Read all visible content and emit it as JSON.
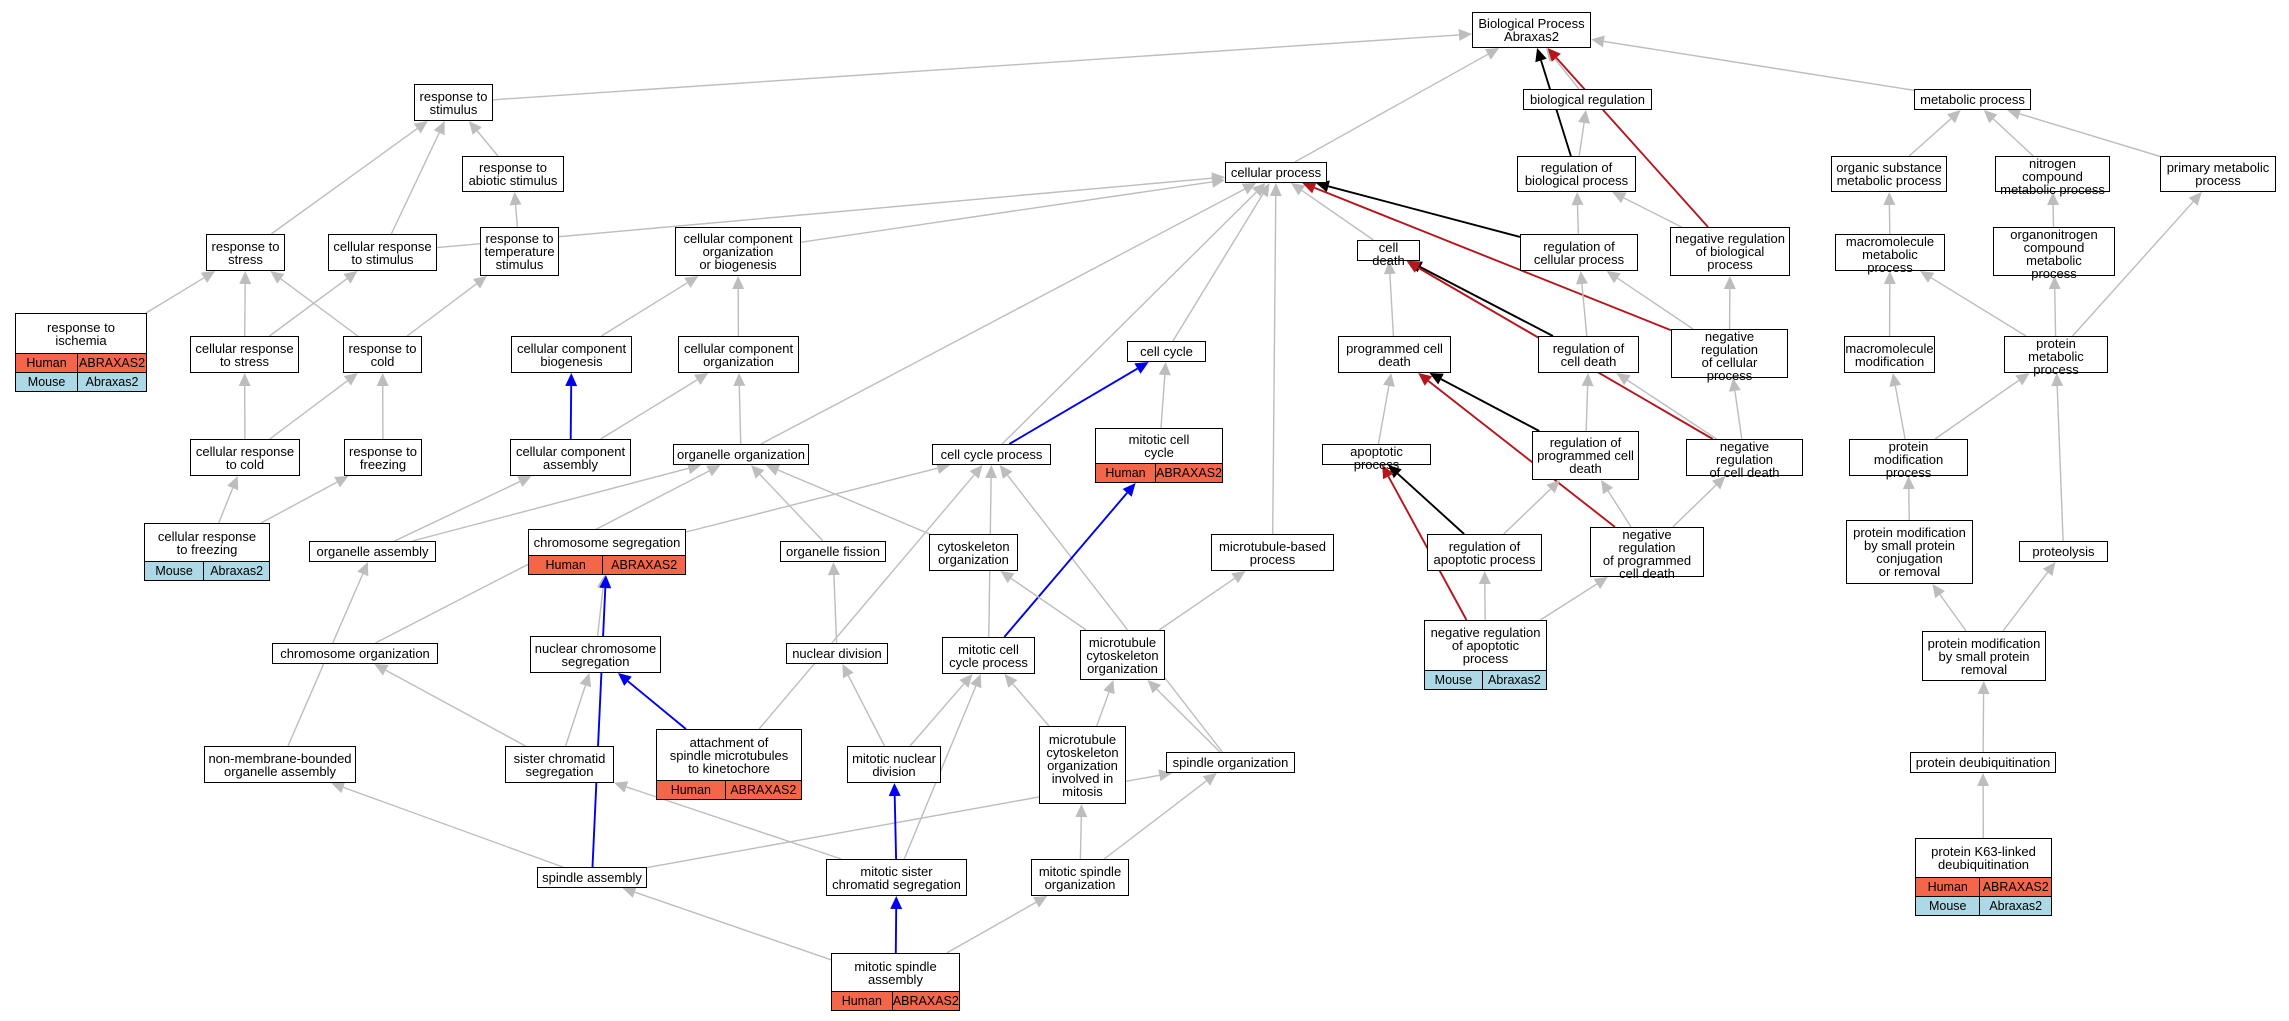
{
  "colors": {
    "default_edge": "#bdbdbd",
    "black_edge": "#000000",
    "red_edge": "#b5151b",
    "blue_edge": "#0000ee",
    "human_row": "#f4664a",
    "mouse_row": "#add8e6"
  },
  "nodes": [
    {
      "id": "bp",
      "label": "Biological Process\nAbraxas2"
    },
    {
      "id": "stim",
      "label": "response to\nstimulus"
    },
    {
      "id": "abio",
      "label": "response to\nabiotic stimulus"
    },
    {
      "id": "cp",
      "label": "cellular process"
    },
    {
      "id": "breg",
      "label": "biological regulation"
    },
    {
      "id": "meta",
      "label": "metabolic process"
    },
    {
      "id": "rbp",
      "label": "regulation of\nbiological process"
    },
    {
      "id": "osm",
      "label": "organic substance\nmetabolic process"
    },
    {
      "id": "ncm",
      "label": "nitrogen compound\nmetabolic process"
    },
    {
      "id": "prim",
      "label": "primary metabolic\nprocess"
    },
    {
      "id": "stress",
      "label": "response to\nstress"
    },
    {
      "id": "crstim",
      "label": "cellular response\nto stimulus"
    },
    {
      "id": "rtemp",
      "label": "response to\ntemperature\nstimulus"
    },
    {
      "id": "ccob",
      "label": "cellular component\norganization\nor biogenesis"
    },
    {
      "id": "cdeath",
      "label": "cell death"
    },
    {
      "id": "rcp",
      "label": "regulation of\ncellular process"
    },
    {
      "id": "nrbp",
      "label": "negative regulation\nof biological\nprocess"
    },
    {
      "id": "macm",
      "label": "macromolecule\nmetabolic process"
    },
    {
      "id": "oncm",
      "label": "organonitrogen\ncompound metabolic\nprocess"
    },
    {
      "id": "isch",
      "label": "response to\nischemia",
      "rows": [
        {
          "species": "Human",
          "gene": "ABRAXAS2"
        },
        {
          "species": "Mouse",
          "gene": "Abraxas2"
        }
      ]
    },
    {
      "id": "crstress",
      "label": "cellular response\nto stress"
    },
    {
      "id": "cold",
      "label": "response to\ncold"
    },
    {
      "id": "ccbio",
      "label": "cellular component\nbiogenesis"
    },
    {
      "id": "ccorg",
      "label": "cellular component\norganization"
    },
    {
      "id": "ccycle",
      "label": "cell cycle"
    },
    {
      "id": "pcd",
      "label": "programmed cell\ndeath"
    },
    {
      "id": "rcd",
      "label": "regulation of\ncell death"
    },
    {
      "id": "nrcp",
      "label": "negative regulation\nof cellular\nprocess"
    },
    {
      "id": "macmod",
      "label": "macromolecule\nmodification"
    },
    {
      "id": "protm",
      "label": "protein metabolic\nprocess"
    },
    {
      "id": "crcold",
      "label": "cellular response\nto cold"
    },
    {
      "id": "freez",
      "label": "response to\nfreezing"
    },
    {
      "id": "ccasm",
      "label": "cellular component\nassembly"
    },
    {
      "id": "orgorg",
      "label": "organelle organization"
    },
    {
      "id": "ccp",
      "label": "cell cycle process"
    },
    {
      "id": "mcc",
      "label": "mitotic cell\ncycle",
      "rows": [
        {
          "species": "Human",
          "gene": "ABRAXAS2"
        }
      ]
    },
    {
      "id": "apop",
      "label": "apoptotic process"
    },
    {
      "id": "rpcd",
      "label": "regulation of\nprogrammed cell\ndeath"
    },
    {
      "id": "nrcd",
      "label": "negative regulation\nof cell death"
    },
    {
      "id": "pmp",
      "label": "protein modification\nprocess"
    },
    {
      "id": "crfreez",
      "label": "cellular response\nto freezing",
      "rows": [
        {
          "species": "Mouse",
          "gene": "Abraxas2"
        }
      ]
    },
    {
      "id": "orgasm",
      "label": "organelle assembly"
    },
    {
      "id": "chseg",
      "label": "chromosome segregation",
      "rows": [
        {
          "species": "Human",
          "gene": "ABRAXAS2"
        }
      ]
    },
    {
      "id": "orgfis",
      "label": "organelle fission"
    },
    {
      "id": "cytorg",
      "label": "cytoskeleton\norganization"
    },
    {
      "id": "mtbp",
      "label": "microtubule-based\nprocess"
    },
    {
      "id": "rap",
      "label": "regulation of\napoptotic process"
    },
    {
      "id": "nrpcd",
      "label": "negative regulation\nof programmed\ncell death"
    },
    {
      "id": "pmspc",
      "label": "protein modification\nby small protein\nconjugation\nor removal"
    },
    {
      "id": "prot",
      "label": "proteolysis"
    },
    {
      "id": "chorg",
      "label": "chromosome organization"
    },
    {
      "id": "nchseg",
      "label": "nuclear chromosome\nsegregation"
    },
    {
      "id": "nucdiv",
      "label": "nuclear division"
    },
    {
      "id": "mccp",
      "label": "mitotic cell\ncycle process"
    },
    {
      "id": "mtco",
      "label": "microtubule\ncytoskeleton\norganization"
    },
    {
      "id": "nrap",
      "label": "negative regulation\nof apoptotic\nprocess",
      "rows": [
        {
          "species": "Mouse",
          "gene": "Abraxas2"
        }
      ]
    },
    {
      "id": "pmspr",
      "label": "protein modification\nby small protein\nremoval"
    },
    {
      "id": "nmboa",
      "label": "non-membrane-bounded\norganelle assembly"
    },
    {
      "id": "scseg",
      "label": "sister chromatid\nsegregation"
    },
    {
      "id": "asmk",
      "label": "attachment of\nspindle microtubules\nto kinetochore",
      "rows": [
        {
          "species": "Human",
          "gene": "ABRAXAS2"
        }
      ]
    },
    {
      "id": "mnd",
      "label": "mitotic nuclear\ndivision"
    },
    {
      "id": "mtcom",
      "label": "microtubule\ncytoskeleton\norganization\ninvolved in\nmitosis"
    },
    {
      "id": "sporg",
      "label": "spindle organization"
    },
    {
      "id": "pdub",
      "label": "protein deubiquitination"
    },
    {
      "id": "spasm",
      "label": "spindle assembly"
    },
    {
      "id": "mscs",
      "label": "mitotic sister\nchromatid segregation"
    },
    {
      "id": "msporg",
      "label": "mitotic spindle\norganization"
    },
    {
      "id": "k63",
      "label": "protein K63-linked\ndeubiquitination",
      "rows": [
        {
          "species": "Human",
          "gene": "ABRAXAS2"
        },
        {
          "species": "Mouse",
          "gene": "Abraxas2"
        }
      ]
    },
    {
      "id": "msasm",
      "label": "mitotic spindle\nassembly",
      "rows": [
        {
          "species": "Human",
          "gene": "ABRAXAS2"
        }
      ]
    }
  ],
  "edges": [
    {
      "from": "stim",
      "to": "bp"
    },
    {
      "from": "cp",
      "to": "bp"
    },
    {
      "from": "breg",
      "to": "bp"
    },
    {
      "from": "meta",
      "to": "bp"
    },
    {
      "from": "rbp",
      "to": "bp",
      "kind": "black"
    },
    {
      "from": "nrbp",
      "to": "bp",
      "kind": "red"
    },
    {
      "from": "rbp",
      "to": "breg"
    },
    {
      "from": "abio",
      "to": "stim"
    },
    {
      "from": "stress",
      "to": "stim"
    },
    {
      "from": "crstim",
      "to": "stim"
    },
    {
      "from": "rtemp",
      "to": "abio"
    },
    {
      "from": "crstim",
      "to": "cp"
    },
    {
      "from": "ccob",
      "to": "cp"
    },
    {
      "from": "ccycle",
      "to": "cp"
    },
    {
      "from": "ccp",
      "to": "cp"
    },
    {
      "from": "cdeath",
      "to": "cp"
    },
    {
      "from": "mtbp",
      "to": "cp"
    },
    {
      "from": "orgorg",
      "to": "cp"
    },
    {
      "from": "rcp",
      "to": "cp",
      "kind": "black"
    },
    {
      "from": "nrcp",
      "to": "cp",
      "kind": "red"
    },
    {
      "from": "rcp",
      "to": "rbp"
    },
    {
      "from": "nrbp",
      "to": "rbp"
    },
    {
      "from": "osm",
      "to": "meta"
    },
    {
      "from": "ncm",
      "to": "meta"
    },
    {
      "from": "prim",
      "to": "meta"
    },
    {
      "from": "macm",
      "to": "osm"
    },
    {
      "from": "oncm",
      "to": "ncm"
    },
    {
      "from": "protm",
      "to": "prim"
    },
    {
      "from": "isch",
      "to": "stress"
    },
    {
      "from": "crstress",
      "to": "stress"
    },
    {
      "from": "cold",
      "to": "stress"
    },
    {
      "from": "crstress",
      "to": "crstim"
    },
    {
      "from": "cold",
      "to": "rtemp"
    },
    {
      "from": "ccbio",
      "to": "ccob"
    },
    {
      "from": "ccorg",
      "to": "ccob"
    },
    {
      "from": "pcd",
      "to": "cdeath"
    },
    {
      "from": "rcd",
      "to": "cdeath",
      "kind": "black"
    },
    {
      "from": "nrcd",
      "to": "cdeath",
      "kind": "red"
    },
    {
      "from": "rcd",
      "to": "rcp"
    },
    {
      "from": "nrcp",
      "to": "rcp"
    },
    {
      "from": "nrcp",
      "to": "nrbp"
    },
    {
      "from": "macmod",
      "to": "macm"
    },
    {
      "from": "protm",
      "to": "macm"
    },
    {
      "from": "protm",
      "to": "oncm"
    },
    {
      "from": "crcold",
      "to": "crstress"
    },
    {
      "from": "crcold",
      "to": "cold"
    },
    {
      "from": "freez",
      "to": "cold"
    },
    {
      "from": "ccasm",
      "to": "ccbio",
      "kind": "blue"
    },
    {
      "from": "ccasm",
      "to": "ccorg"
    },
    {
      "from": "orgorg",
      "to": "ccorg"
    },
    {
      "from": "ccp",
      "to": "ccycle",
      "kind": "blue"
    },
    {
      "from": "mcc",
      "to": "ccycle"
    },
    {
      "from": "apop",
      "to": "pcd"
    },
    {
      "from": "rpcd",
      "to": "pcd",
      "kind": "black"
    },
    {
      "from": "nrpcd",
      "to": "pcd",
      "kind": "red"
    },
    {
      "from": "rpcd",
      "to": "rcd"
    },
    {
      "from": "nrcd",
      "to": "rcd"
    },
    {
      "from": "nrcd",
      "to": "nrcp"
    },
    {
      "from": "pmp",
      "to": "macmod"
    },
    {
      "from": "pmp",
      "to": "protm"
    },
    {
      "from": "prot",
      "to": "protm"
    },
    {
      "from": "crfreez",
      "to": "crcold"
    },
    {
      "from": "crfreez",
      "to": "freez"
    },
    {
      "from": "orgasm",
      "to": "ccasm"
    },
    {
      "from": "orgasm",
      "to": "orgorg"
    },
    {
      "from": "chseg",
      "to": "ccp"
    },
    {
      "from": "mccp",
      "to": "ccp"
    },
    {
      "from": "asmk",
      "to": "ccp"
    },
    {
      "from": "sporg",
      "to": "ccp"
    },
    {
      "from": "mccp",
      "to": "mcc",
      "kind": "blue"
    },
    {
      "from": "rap",
      "to": "apop",
      "kind": "black"
    },
    {
      "from": "nrap",
      "to": "apop",
      "kind": "red"
    },
    {
      "from": "rap",
      "to": "rpcd"
    },
    {
      "from": "nrpcd",
      "to": "rpcd"
    },
    {
      "from": "nrpcd",
      "to": "nrcd"
    },
    {
      "from": "pmspc",
      "to": "pmp"
    },
    {
      "from": "chorg",
      "to": "orgorg"
    },
    {
      "from": "orgfis",
      "to": "orgorg"
    },
    {
      "from": "cytorg",
      "to": "orgorg"
    },
    {
      "from": "nchseg",
      "to": "chseg"
    },
    {
      "from": "spasm",
      "to": "chseg",
      "kind": "blue"
    },
    {
      "from": "mtco",
      "to": "cytorg"
    },
    {
      "from": "mtco",
      "to": "mtbp"
    },
    {
      "from": "nrap",
      "to": "rap"
    },
    {
      "from": "nrap",
      "to": "nrpcd"
    },
    {
      "from": "pmspr",
      "to": "pmspc"
    },
    {
      "from": "pmspr",
      "to": "prot"
    },
    {
      "from": "nmboa",
      "to": "orgasm"
    },
    {
      "from": "scseg",
      "to": "chorg"
    },
    {
      "from": "scseg",
      "to": "nchseg"
    },
    {
      "from": "asmk",
      "to": "nchseg",
      "kind": "blue"
    },
    {
      "from": "nucdiv",
      "to": "orgfis"
    },
    {
      "from": "mnd",
      "to": "nucdiv"
    },
    {
      "from": "mnd",
      "to": "mccp"
    },
    {
      "from": "mscs",
      "to": "mccp"
    },
    {
      "from": "mtcom",
      "to": "mccp"
    },
    {
      "from": "mtcom",
      "to": "mtco"
    },
    {
      "from": "sporg",
      "to": "mtco"
    },
    {
      "from": "pdub",
      "to": "pmspr"
    },
    {
      "from": "spasm",
      "to": "nmboa"
    },
    {
      "from": "spasm",
      "to": "sporg"
    },
    {
      "from": "mscs",
      "to": "scseg"
    },
    {
      "from": "mnd",
      "to": "mscs",
      "kind": "blue",
      "reverse": true
    },
    {
      "from": "msporg",
      "to": "mtcom"
    },
    {
      "from": "msporg",
      "to": "sporg"
    },
    {
      "from": "k63",
      "to": "pdub"
    },
    {
      "from": "msasm",
      "to": "spasm"
    },
    {
      "from": "msasm",
      "to": "mscs",
      "kind": "blue"
    },
    {
      "from": "msasm",
      "to": "msporg"
    }
  ]
}
